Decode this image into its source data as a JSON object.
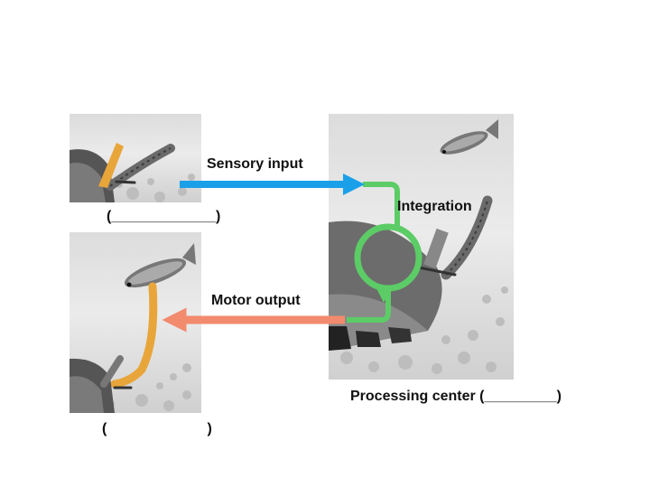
{
  "labels": {
    "sensory_input": "Sensory input",
    "integration": "Integration",
    "motor_output": "Motor output",
    "processing_center": "Processing center (_________)",
    "sensor_blank": "(_____________)",
    "effector_blank": "(                         )"
  },
  "colors": {
    "sensory_arrow": "#1aa0e8",
    "integration_loop": "#5ccc66",
    "motor_arrow": "#f28a6e",
    "nerve": "#e8a53a"
  },
  "icons": [
    "snail-sensor-image",
    "snail-effector-image",
    "fish-image",
    "snail-ganglion-image"
  ]
}
